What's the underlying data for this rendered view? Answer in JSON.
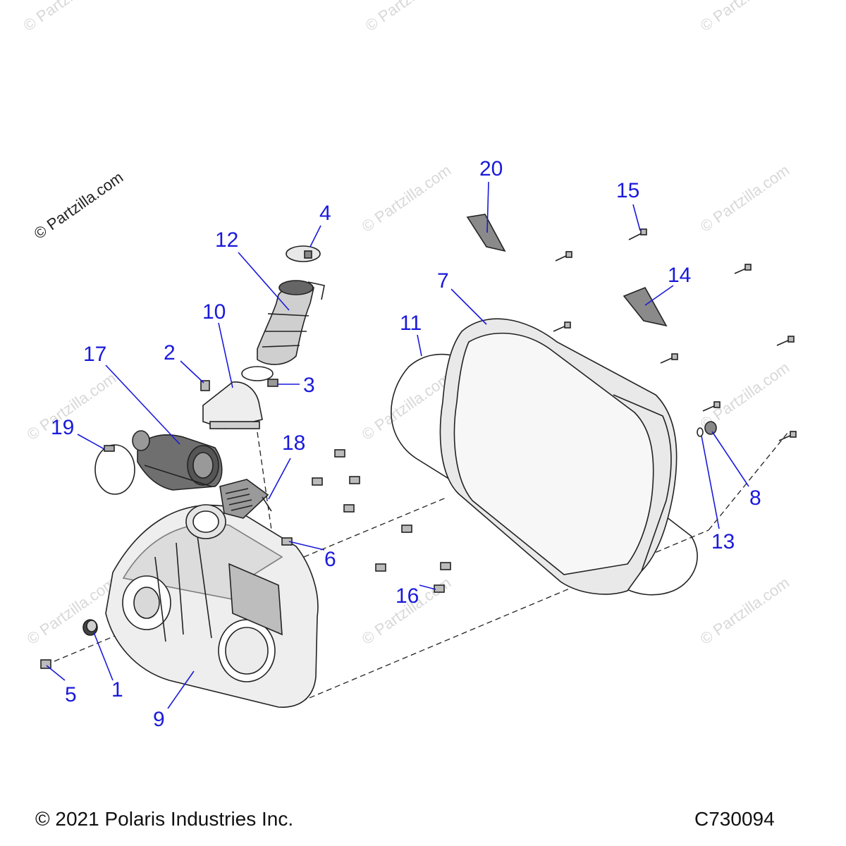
{
  "watermark": {
    "text": "© Partzilla.com",
    "color_faint": "#d8d8d8",
    "color_strong": "#222222"
  },
  "callouts": [
    {
      "id": "1",
      "label": "1"
    },
    {
      "id": "2",
      "label": "2"
    },
    {
      "id": "3",
      "label": "3"
    },
    {
      "id": "4",
      "label": "4"
    },
    {
      "id": "5",
      "label": "5"
    },
    {
      "id": "6",
      "label": "6"
    },
    {
      "id": "7",
      "label": "7"
    },
    {
      "id": "8",
      "label": "8"
    },
    {
      "id": "9",
      "label": "9"
    },
    {
      "id": "10",
      "label": "10"
    },
    {
      "id": "11",
      "label": "11"
    },
    {
      "id": "12",
      "label": "12"
    },
    {
      "id": "13",
      "label": "13"
    },
    {
      "id": "14",
      "label": "14"
    },
    {
      "id": "15",
      "label": "15"
    },
    {
      "id": "16",
      "label": "16"
    },
    {
      "id": "17",
      "label": "17"
    },
    {
      "id": "18",
      "label": "18"
    },
    {
      "id": "19",
      "label": "19"
    },
    {
      "id": "20",
      "label": "20"
    }
  ],
  "callout_color": "#1a1adb",
  "footer": {
    "copyright": "© 2021 Polaris Industries Inc.",
    "diagram_code": "C730094"
  }
}
